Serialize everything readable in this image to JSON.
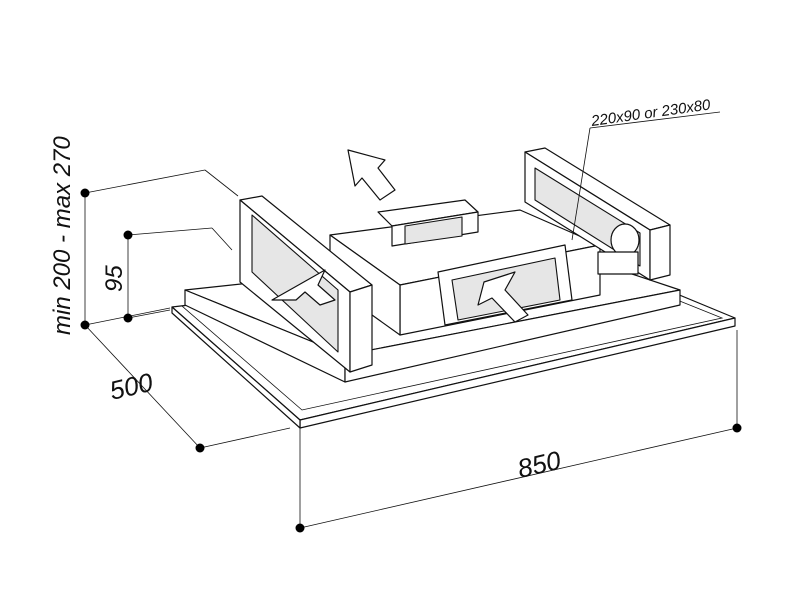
{
  "dimensions": {
    "width": "850",
    "depth": "500",
    "body_height": "95",
    "total_height": "min 200 - max 270",
    "duct_size": "220x90 or 230x80"
  },
  "colors": {
    "line": "#111111",
    "background": "#ffffff"
  }
}
